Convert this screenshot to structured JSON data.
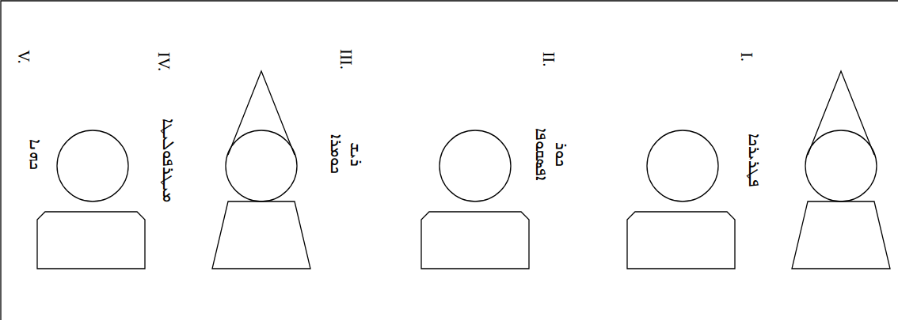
{
  "diagram": {
    "labels": [
      "I.",
      "ܦܛܪܝܪܟܐ",
      "II.",
      "ܟܘܪ ܐܦܣܩܘܦܐ",
      "III.",
      "ܪܝܫ ܟܘܡܪܐ",
      "IV.",
      "ܡܝܛܪܦܘܠܝܛܐ",
      "V.",
      "ܟܗܢܐ"
    ]
  }
}
